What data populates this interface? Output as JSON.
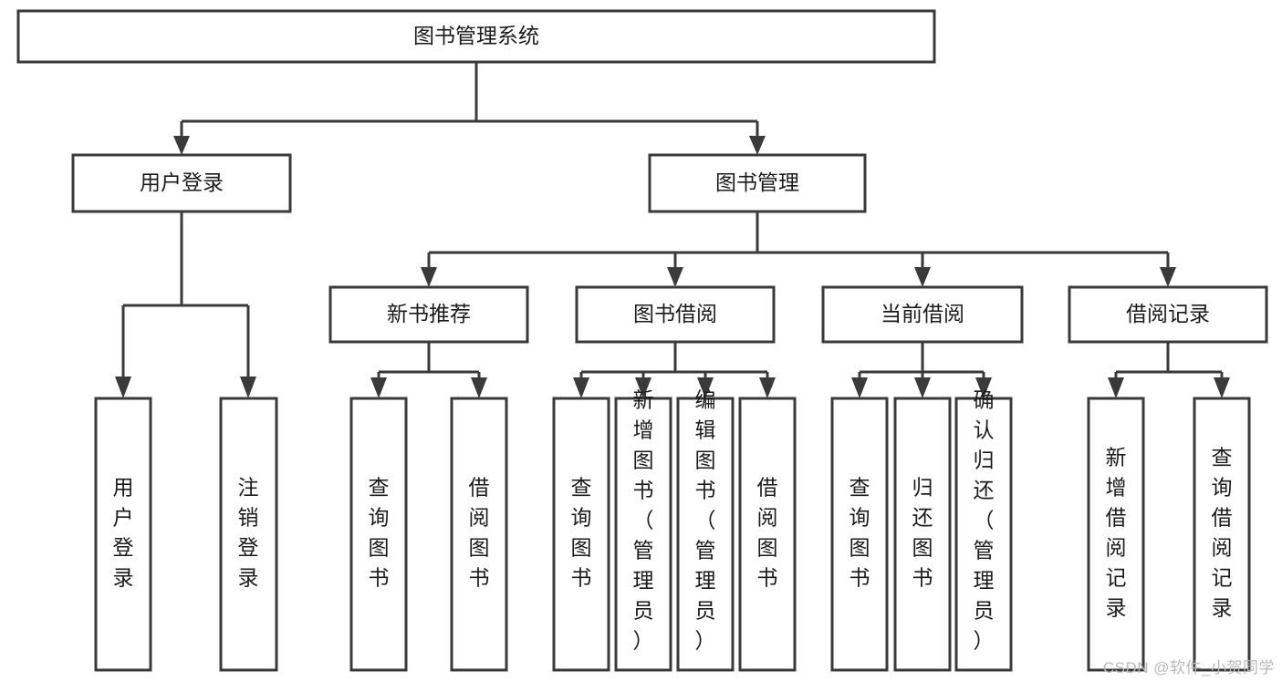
{
  "diagram": {
    "type": "tree-hierarchy",
    "title": "图书管理系统",
    "watermark": "CSDN @软件_小贺同学",
    "colors": {
      "stroke": "#3a3a3a",
      "fill": "#ffffff",
      "text": "#1b1b1b",
      "watermark": "#b9b9b9",
      "background": "#ffffff"
    },
    "levels": {
      "root": {
        "label": "图书管理系统"
      },
      "level2": [
        {
          "id": "user-login",
          "label": "用户登录"
        },
        {
          "id": "book-management",
          "label": "图书管理"
        }
      ],
      "level3": [
        {
          "id": "new-book-recommend",
          "label": "新书推荐",
          "parent": "book-management"
        },
        {
          "id": "book-borrow",
          "label": "图书借阅",
          "parent": "book-management"
        },
        {
          "id": "current-borrow",
          "label": "当前借阅",
          "parent": "book-management"
        },
        {
          "id": "borrow-record",
          "label": "借阅记录",
          "parent": "book-management"
        }
      ],
      "leaves": {
        "user-login": [
          {
            "id": "leaf-user-login",
            "label": "用户登录"
          },
          {
            "id": "leaf-user-logout",
            "label": "注销登录"
          }
        ],
        "new-book-recommend": [
          {
            "id": "leaf-query-book-1",
            "label": "查询图书"
          },
          {
            "id": "leaf-borrow-book-1",
            "label": "借阅图书"
          }
        ],
        "book-borrow": [
          {
            "id": "leaf-query-book-2",
            "label": "查询图书"
          },
          {
            "id": "leaf-add-book",
            "label": "新增图书（管理员）"
          },
          {
            "id": "leaf-edit-book",
            "label": "编辑图书（管理员）"
          },
          {
            "id": "leaf-borrow-book-2",
            "label": "借阅图书"
          }
        ],
        "current-borrow": [
          {
            "id": "leaf-query-book-3",
            "label": "查询图书"
          },
          {
            "id": "leaf-return-book",
            "label": "归还图书"
          },
          {
            "id": "leaf-confirm-return",
            "label": "确认归还（管理员）"
          }
        ],
        "borrow-record": [
          {
            "id": "leaf-add-record",
            "label": "新增借阅记录"
          },
          {
            "id": "leaf-query-record",
            "label": "查询借阅记录"
          }
        ]
      }
    }
  }
}
